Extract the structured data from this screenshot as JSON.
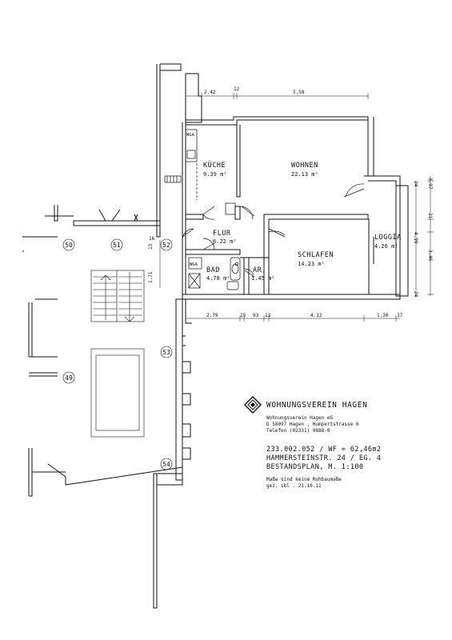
{
  "rooms": {
    "kueche": {
      "name": "KÜCHE",
      "area": "9.39 m²"
    },
    "wohnen": {
      "name": "WOHNEN",
      "area": "22.13 m²"
    },
    "flur": {
      "name": "FLUR",
      "area": "6.22 m²"
    },
    "schlafen": {
      "name": "SCHLAFEN",
      "area": "14.23 m²"
    },
    "bad": {
      "name": "BAD",
      "area": "4.78 m²"
    },
    "abstell": {
      "name": "AR.",
      "area": "1.45 m²"
    },
    "loggia": {
      "name": "LOGGIA",
      "area": "4.26 m²"
    }
  },
  "fixtures": {
    "wga_kitchen": "WGA",
    "wga_bath": "WGA"
  },
  "dimensions": {
    "top_a": "2.42",
    "top_b": "12",
    "top_c": "5.58",
    "bottom_a": "2.79",
    "bottom_b": "15",
    "bottom_c": "93",
    "bottom_d": "13",
    "bottom_e": "4.12",
    "bottom_f": "1.30",
    "bottom_g": "37",
    "right_a": "3.97",
    "right_b": "24",
    "right_c": "4.99",
    "right_d": "3.46",
    "right_e": "24",
    "right_f": "21",
    "left_a": "13",
    "left_b": "1.71",
    "left_c": "16"
  },
  "stair_numbers": [
    "50",
    "51",
    "52",
    "53",
    "49",
    "54"
  ],
  "info": {
    "brand": "WOHNUNGSVEREIN HAGEN",
    "org_line1": "Wohnungsverein Hagen eG",
    "org_line2": "D 58097 Hagen , Humpertstrasse 6",
    "org_line3": "Telefon (02331) 9888-0",
    "plan_line1": "233.002.052 / WF = 62,46m2",
    "plan_line2": "HAMMERSTEINSTR. 24 / EG. 4",
    "plan_line3": "BESTANDSPLAN, M. 1:100",
    "note_line1": "Maße sind keine Rohbaumaße",
    "note_line2": "gez. sbl . 21.10.11"
  }
}
